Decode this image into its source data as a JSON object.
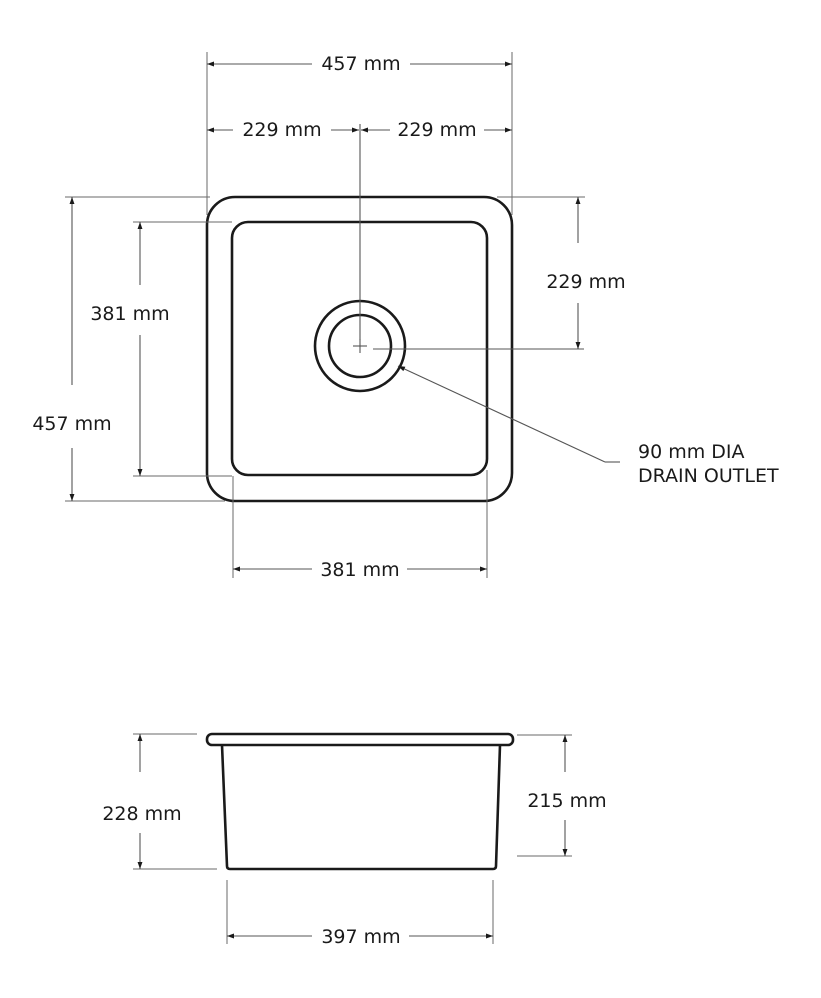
{
  "colors": {
    "outline": "#1a1a1a",
    "dimension_line": "#555555",
    "background": "#ffffff"
  },
  "plan_view": {
    "overall_width": "457 mm",
    "half_width_left": "229 mm",
    "half_width_right": "229 mm",
    "drain_offset_from_back": "229 mm",
    "inner_depth": "381 mm",
    "overall_depth": "457 mm",
    "inner_width": "381 mm",
    "drain_callout": {
      "line1": "90 mm DIA",
      "line2": "DRAIN OUTLET"
    }
  },
  "side_view": {
    "overall_height": "228 mm",
    "bowl_height": "215 mm",
    "bottom_width": "397 mm"
  }
}
